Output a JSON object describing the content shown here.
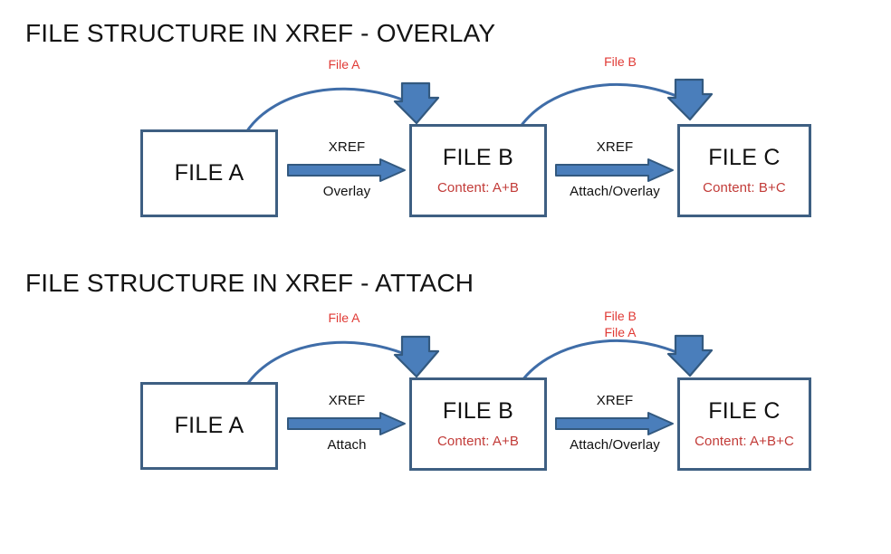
{
  "page": {
    "background": "#ffffff",
    "accent_blue": "#4a7ebb",
    "outline_blue": "#3e5f82",
    "red": "#c23b38",
    "red_label": "#e03a35"
  },
  "sections": [
    {
      "title": "FILE STRUCTURE IN XREF - OVERLAY",
      "boxes": [
        {
          "title": "FILE A",
          "content": ""
        },
        {
          "title": "FILE B",
          "content": "Content: A+B"
        },
        {
          "title": "FILE C",
          "content": "Content: B+C"
        }
      ],
      "connectors": [
        {
          "top_label": "XREF",
          "bottom_label": "Overlay"
        },
        {
          "top_label": "XREF",
          "bottom_label": "Attach/Overlay"
        }
      ],
      "curves": [
        {
          "labels": [
            "File A"
          ]
        },
        {
          "labels": [
            "File B"
          ]
        }
      ]
    },
    {
      "title": "FILE STRUCTURE IN XREF - ATTACH",
      "boxes": [
        {
          "title": "FILE A",
          "content": ""
        },
        {
          "title": "FILE B",
          "content": "Content: A+B"
        },
        {
          "title": "FILE C",
          "content": "Content: A+B+C"
        }
      ],
      "connectors": [
        {
          "top_label": "XREF",
          "bottom_label": "Attach"
        },
        {
          "top_label": "XREF",
          "bottom_label": "Attach/Overlay"
        }
      ],
      "curves": [
        {
          "labels": [
            "File A"
          ]
        },
        {
          "labels": [
            "File B",
            "File A"
          ]
        }
      ]
    }
  ]
}
